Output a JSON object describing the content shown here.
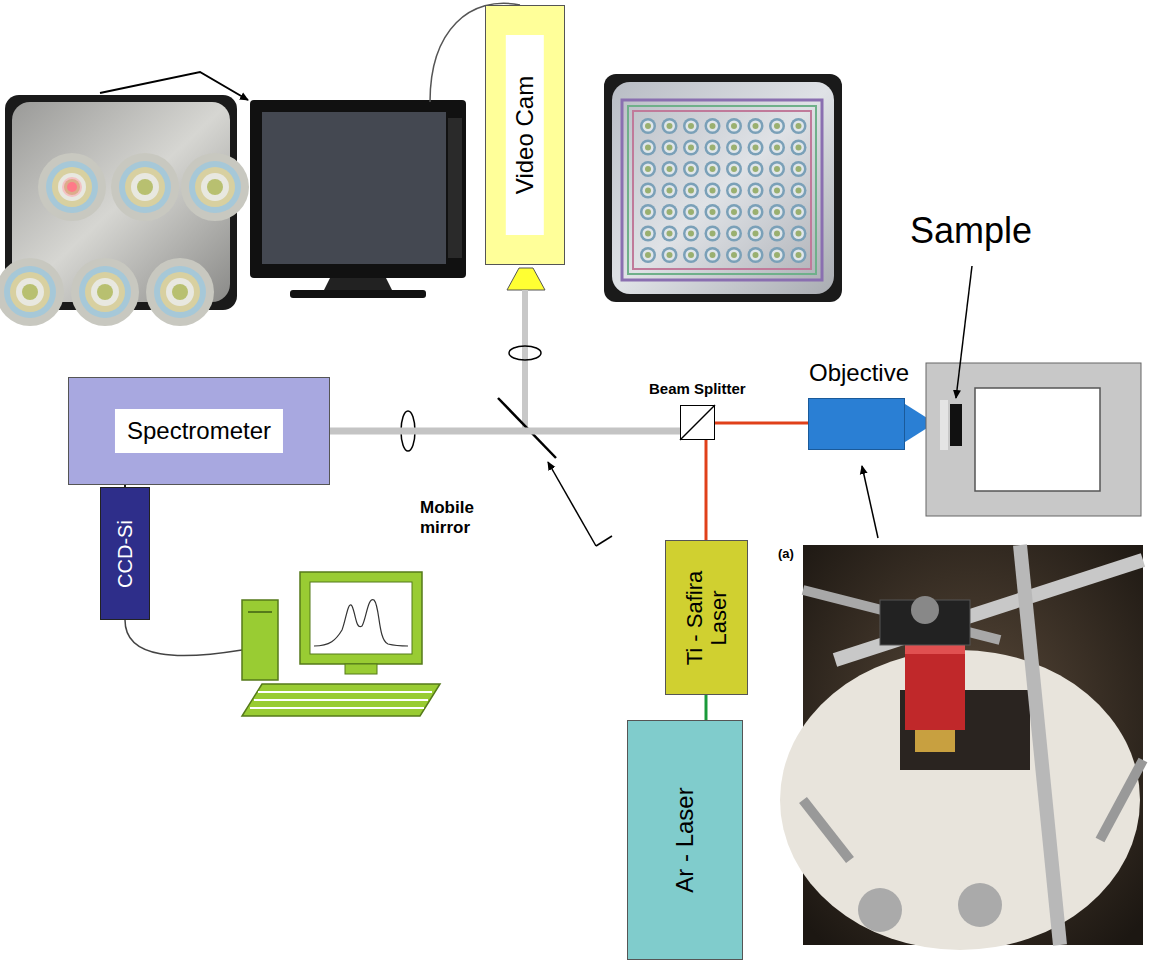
{
  "diagram": {
    "nodes": [
      {
        "text": [
          "Video Cam"
        ]
      },
      {
        "text": [
          "Spectrometer"
        ]
      },
      {
        "text": [
          "CCD-Si"
        ]
      },
      {
        "text": [
          "Beam Splitter"
        ]
      },
      {
        "text": [
          "Objective"
        ]
      },
      {
        "text": [
          "Ti - Safira Laser"
        ]
      },
      {
        "text": [
          "Ar - Laser"
        ]
      }
    ],
    "edges": [
      {
        "from": 6,
        "to": 5,
        "arrow": "none"
      },
      {
        "from": 5,
        "to": 3,
        "arrow": "none"
      },
      {
        "from": 3,
        "to": 4,
        "arrow": "none"
      },
      {
        "from": 3,
        "to": 1,
        "arrow": "none"
      },
      {
        "from": 1,
        "to": 2,
        "arrow": "none"
      }
    ],
    "labels": [
      "Sample",
      "Mobile mirror",
      "(a)"
    ]
  }
}
